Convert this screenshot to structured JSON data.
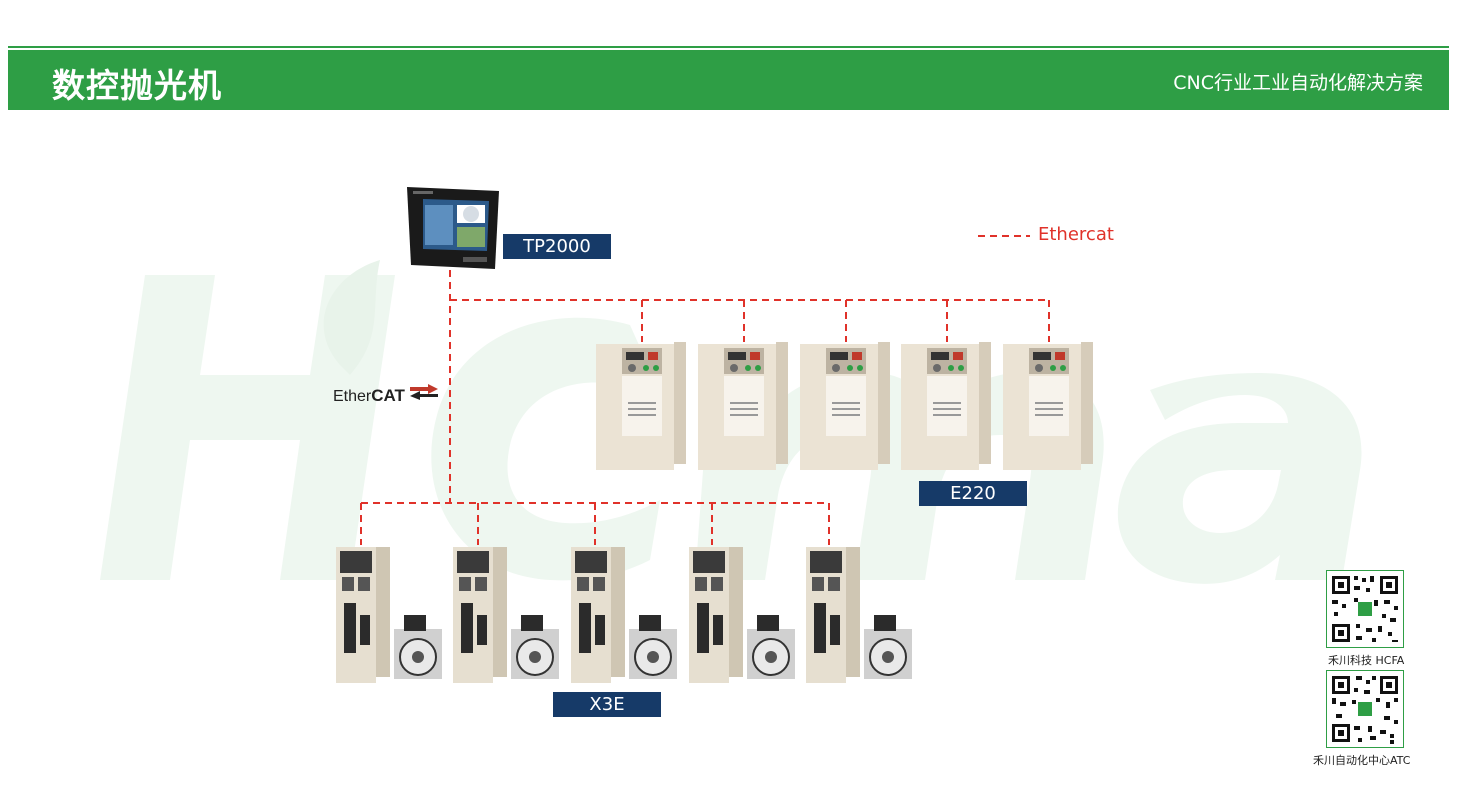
{
  "header": {
    "title": "数控抛光机",
    "subtitle": "CNC行业工业自动化解决方案"
  },
  "legend": {
    "label": "Ethercat",
    "line_color": "#e0322a"
  },
  "devices": {
    "hmi_label": "TP2000",
    "drive_label": "E220",
    "servo_label": "X3E"
  },
  "bus_logo": {
    "prefix": "Ether",
    "suffix": "CAT"
  },
  "qr_codes": [
    {
      "caption": "禾川科技 HCFA"
    },
    {
      "caption": "禾川自动化中心ATC"
    }
  ],
  "colors": {
    "brand_green": "#2e9e45",
    "label_navy": "#163a68",
    "bus_red": "#e0322a"
  }
}
